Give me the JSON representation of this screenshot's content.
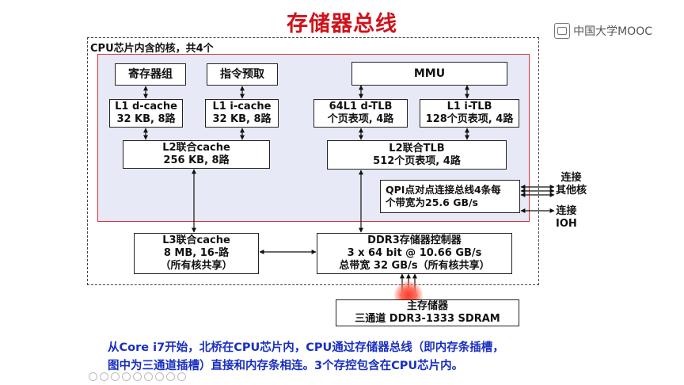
{
  "slide_title": "存储器总线",
  "logo": {
    "text": "中国大学MOOC",
    "icon": "mooc-logo-icon"
  },
  "cpu_chip_label": "CPU芯片内含的核，共4个",
  "components": {
    "register_file": {
      "line1": "寄存器组"
    },
    "instruction_fetch": {
      "line1": "指令预取"
    },
    "mmu": {
      "line1": "MMU"
    },
    "l1_dcache": {
      "line1": "L1 d-cache",
      "line2": "32 KB, 8路"
    },
    "l1_icache": {
      "line1": "L1 i-cache",
      "line2": "32 KB, 8路"
    },
    "l1_dtlb": {
      "line1": "64L1 d-TLB",
      "line2": "个页表项, 4路"
    },
    "l1_itlb": {
      "line1": "L1 i-TLB",
      "line2": "128个页表项, 4路"
    },
    "l2_cache": {
      "line1": "L2联合cache",
      "line2": "256 KB, 8路"
    },
    "l2_tlb": {
      "line1": "L2联合TLB",
      "line2": "512个页表项, 4路"
    },
    "qpi": {
      "line1": "QPI点对点连接总线4条每",
      "line2": "个带宽为25.6 GB/s"
    },
    "l3_cache": {
      "line1": "L3联合cache",
      "line2": "8 MB, 16-路",
      "line3": "（所有核共享）"
    },
    "ddr3_controller": {
      "line1": "DDR3存储器控制器",
      "line2": "3 x 64 bit @ 10.66 GB/s",
      "line3": "总带宽 32 GB/s（所有核共享）"
    },
    "main_memory": {
      "line1": "主存储器",
      "line2": "三通道 DDR3-1333 SDRAM"
    }
  },
  "side_labels": {
    "connect_cores_1": "连接",
    "connect_cores_2": "其他核",
    "connect_ioh_1": "连接",
    "connect_ioh_2": "IOH"
  },
  "caption": {
    "line1": "从Core i7开始，北桥在CPU芯片内，CPU通过存储器总线（即内存条插槽，",
    "line2": "图中为三通道插槽）直接和内存条相连。3个存控包含在CPU芯片内。"
  },
  "colors": {
    "title": "#d0121b",
    "core_border": "#d9303a",
    "core_fill": "#e7eaf6",
    "caption": "#1a2fc0"
  }
}
